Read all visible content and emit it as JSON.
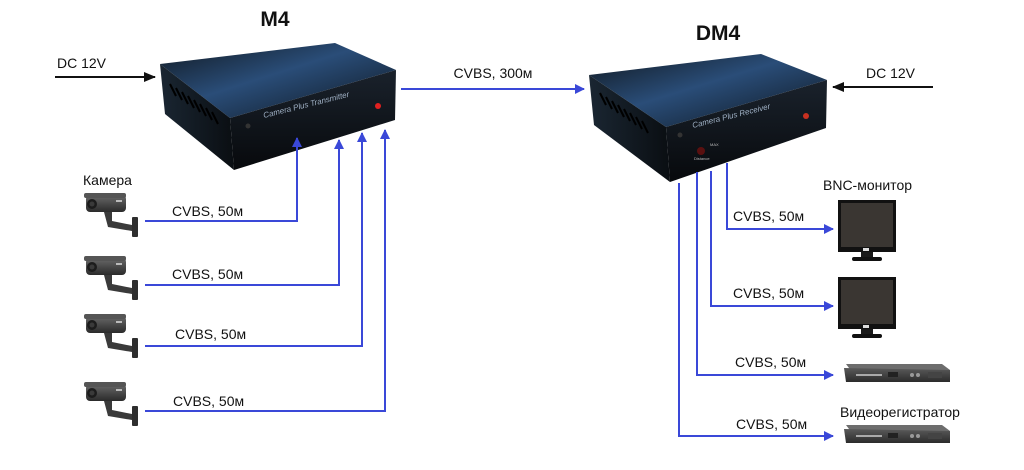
{
  "colors": {
    "wire": "#3a48d8",
    "power": "#111111",
    "box_top": "#1e3a5c",
    "box_front": "#0d1116",
    "led": "#e02020"
  },
  "transmitter": {
    "title": "M4",
    "brand_text": "Camera Plus  Transmitter",
    "power_label": "DC 12V"
  },
  "receiver": {
    "title": "DM4",
    "brand_text": "Camera Plus  Receiver",
    "knob_label_top": "MAX",
    "knob_label_bottom": "Distance",
    "power_label": "DC 12V"
  },
  "trunk": {
    "label": "CVBS,  300м"
  },
  "cameras": {
    "group_label": "Камера",
    "items": [
      {
        "icon": "camera-icon",
        "cable_label": "CVBS, 50м"
      },
      {
        "icon": "camera-icon",
        "cable_label": "CVBS, 50м"
      },
      {
        "icon": "camera-icon",
        "cable_label": "CVBS, 50м"
      },
      {
        "icon": "camera-icon",
        "cable_label": "CVBS, 50м"
      }
    ]
  },
  "outputs": {
    "monitor_label": "BNC-монитор",
    "dvr_label": "Видеорегистратор",
    "items": [
      {
        "icon": "monitor-icon",
        "cable_label": "CVBS, 50м"
      },
      {
        "icon": "monitor-icon",
        "cable_label": "CVBS, 50м"
      },
      {
        "icon": "dvr-icon",
        "cable_label": "CVBS, 50м"
      },
      {
        "icon": "dvr-icon",
        "cable_label": "CVBS, 50м"
      }
    ]
  }
}
